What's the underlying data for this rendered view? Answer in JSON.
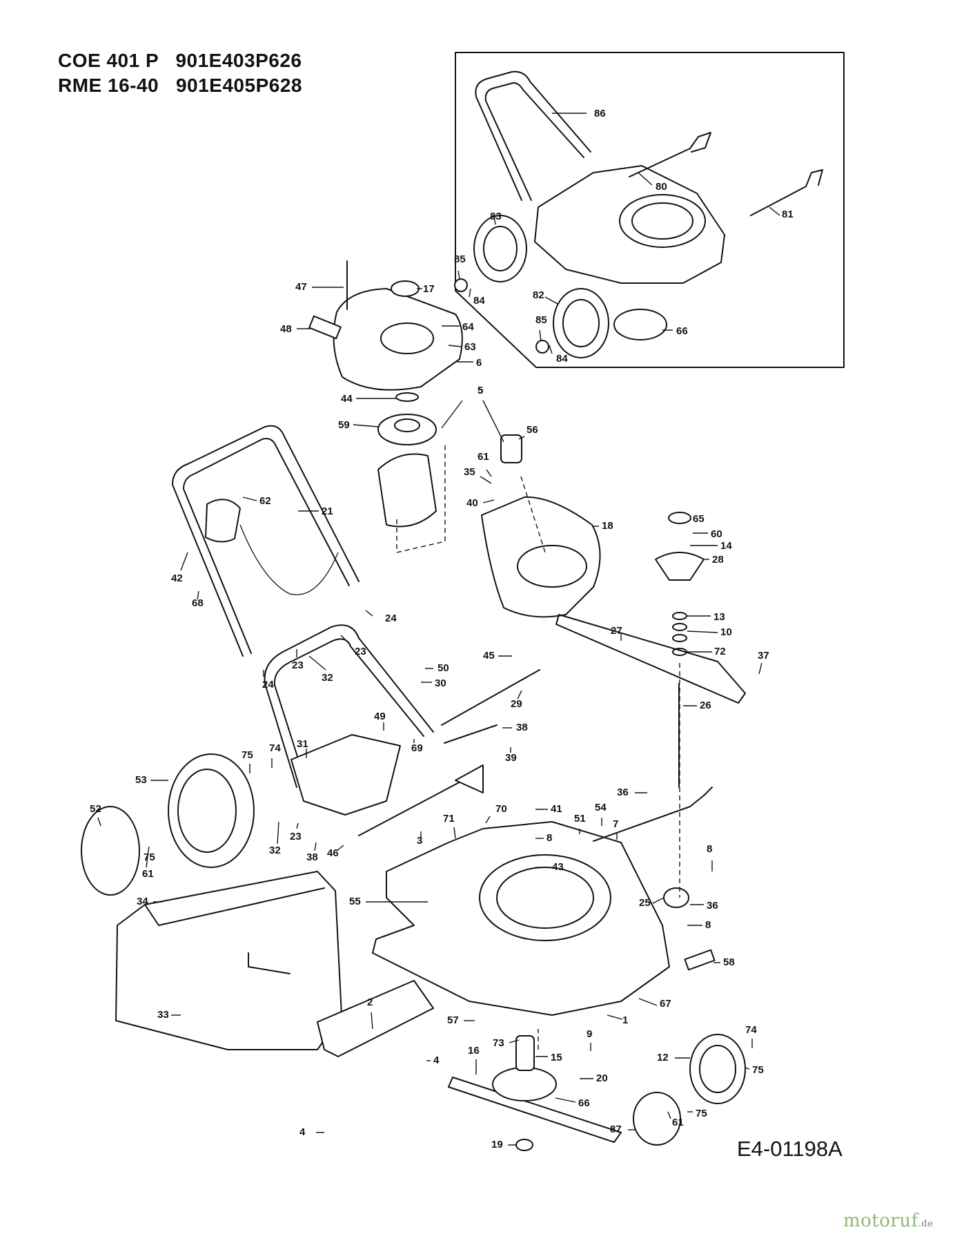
{
  "header": {
    "lines": [
      {
        "model": "COE 401 P",
        "part_number": "901E403P626"
      },
      {
        "model": "RME 16-40",
        "part_number": "901E405P628"
      }
    ]
  },
  "drawing_code": "E4-01198A",
  "watermark": {
    "brand": "motoruf",
    "suffix": ".de"
  },
  "callouts": [
    "1",
    "2",
    "3",
    "4",
    "5",
    "6",
    "7",
    "8",
    "9",
    "10",
    "12",
    "13",
    "14",
    "15",
    "16",
    "17",
    "18",
    "19",
    "20",
    "21",
    "23",
    "24",
    "25",
    "26",
    "27",
    "28",
    "29",
    "30",
    "31",
    "32",
    "33",
    "34",
    "35",
    "36",
    "37",
    "38",
    "39",
    "40",
    "41",
    "42",
    "43",
    "44",
    "45",
    "46",
    "47",
    "48",
    "49",
    "50",
    "51",
    "52",
    "53",
    "54",
    "55",
    "56",
    "57",
    "58",
    "59",
    "60",
    "61",
    "62",
    "63",
    "64",
    "65",
    "66",
    "67",
    "68",
    "69",
    "70",
    "71",
    "72",
    "73",
    "74",
    "75",
    "80",
    "81",
    "82",
    "83",
    "84",
    "85",
    "86",
    "87"
  ]
}
